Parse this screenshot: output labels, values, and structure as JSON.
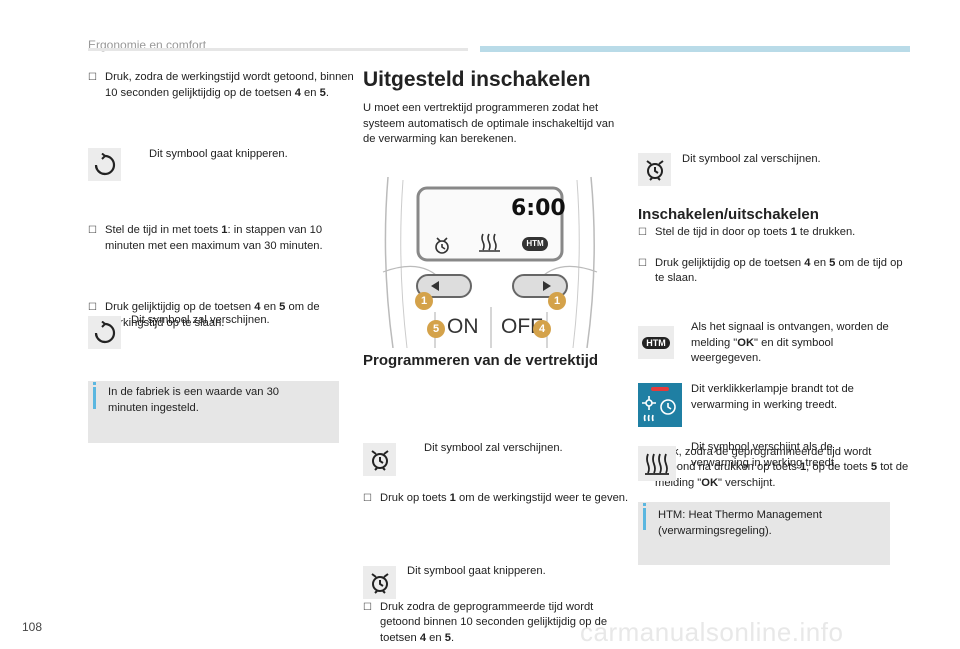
{
  "header": {
    "section": "Ergonomie en comfort"
  },
  "page_number": "108",
  "watermark": "carmanualsonline.info",
  "col1": {
    "step1": {
      "a": "Druk, zodra de werkingstijd wordt getoond, binnen 10 seconden gelijktijdig op de toetsen ",
      "k1": "4",
      "mid": " en ",
      "k2": "5",
      "end": "."
    },
    "caption1": "Dit symbool gaat knipperen.",
    "step2": {
      "a": "Stel de tijd in met toets ",
      "k": "1",
      "b": ": in stappen van 10 minuten met een maximum van 30 minuten."
    },
    "step3": {
      "a": "Druk gelijktijdig op de toetsen ",
      "k1": "4",
      "mid": " en ",
      "k2": "5",
      "b": " om de werkingstijd op te slaan."
    },
    "caption2": "Dit symbool zal verschijnen.",
    "note": "In de fabriek is een waarde van 30 minuten ingesteld."
  },
  "col2": {
    "title": "Uitgesteld inschakelen",
    "intro": "U moet een vertrektijd programmeren zodat het systeem automatisch de optimale inschakeltijd van de verwarming kan berekenen.",
    "display": {
      "time": "6:00",
      "htm": "HTM",
      "on": "ON",
      "off": "OFF",
      "b1": "1",
      "b5": "5",
      "b4": "4"
    },
    "subtitle": "Programmeren van de vertrektijd",
    "step1": {
      "a": "Druk op toets ",
      "k": "1",
      "b": " om de werkingstijd weer te geven."
    },
    "caption1": "Dit symbool zal verschijnen.",
    "step2": {
      "a": "Druk zodra de geprogrammeerde tijd wordt getoond binnen 10 seconden gelijktijdig op de toetsen ",
      "k1": "4",
      "mid": " en ",
      "k2": "5",
      "end": "."
    },
    "caption2": "Dit symbool gaat knipperen."
  },
  "col3": {
    "step1": {
      "a": "Stel de tijd in door op toets ",
      "k": "1",
      "b": " te drukken."
    },
    "step2": {
      "a": "Druk gelijktijdig op de toetsen ",
      "k1": "4",
      "mid": " en ",
      "k2": "5",
      "b": " om de tijd op te slaan."
    },
    "caption1": "Dit symbool zal verschijnen.",
    "subtitle": "Inschakelen/uitschakelen",
    "step3": {
      "a": "Druk, zodra de geprogrammeerde tijd wordt getoond na drukken op toets ",
      "k1": "1",
      "b": ", op de toets ",
      "k2": "5",
      "c": " tot de melding \"",
      "ok": "OK",
      "d": "\" verschijnt."
    },
    "htm_icon": "HTM",
    "caption_htm": {
      "a": "Als het signaal is ontvangen, worden de melding \"",
      "ok": "OK",
      "b": "\" en dit symbool weergegeven."
    },
    "caption_lamp": "Dit verklikkerlampje brandt tot de verwarming in werking treedt.",
    "caption_heat": "Dit symbool verschijnt als de verwarming in werking treedt.",
    "note": "HTM: Heat Thermo Management (verwarmingsregeling)."
  },
  "colors": {
    "accent": "#5bb7e0",
    "lamp_bg": "#1f7fa3",
    "badge": "#d4a24a"
  }
}
